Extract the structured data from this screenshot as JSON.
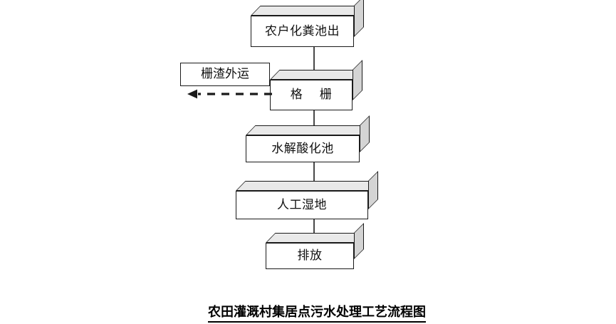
{
  "diagram": {
    "title": "农田灌溉村集居点污水处理工艺流程图",
    "background": "#ffffff",
    "line_color": "#1a1a1a",
    "box_front_color": "#ffffff",
    "box_top_color": "#e9e9e9",
    "box_side_color": "#d4d4d4",
    "nodes": [
      {
        "id": "septic",
        "label": "农户化粪池出",
        "shape": "box3d"
      },
      {
        "id": "grille",
        "label": "格    栅",
        "shape": "box3d"
      },
      {
        "id": "residue",
        "label": "栅渣外运",
        "shape": "box2d"
      },
      {
        "id": "hydro",
        "label": "水解酸化池",
        "shape": "box3d"
      },
      {
        "id": "wetland",
        "label": "人工湿地",
        "shape": "box3d"
      },
      {
        "id": "discharge",
        "label": "排放",
        "shape": "box3d"
      }
    ],
    "edges": [
      {
        "from": "septic",
        "to": "grille",
        "style": "solid",
        "direction": "down"
      },
      {
        "from": "grille",
        "to": "hydro",
        "style": "solid",
        "direction": "down"
      },
      {
        "from": "hydro",
        "to": "wetland",
        "style": "solid",
        "direction": "down"
      },
      {
        "from": "wetland",
        "to": "discharge",
        "style": "solid",
        "direction": "down"
      },
      {
        "from": "grille",
        "to": "residue",
        "style": "dashed",
        "direction": "left"
      }
    ]
  }
}
